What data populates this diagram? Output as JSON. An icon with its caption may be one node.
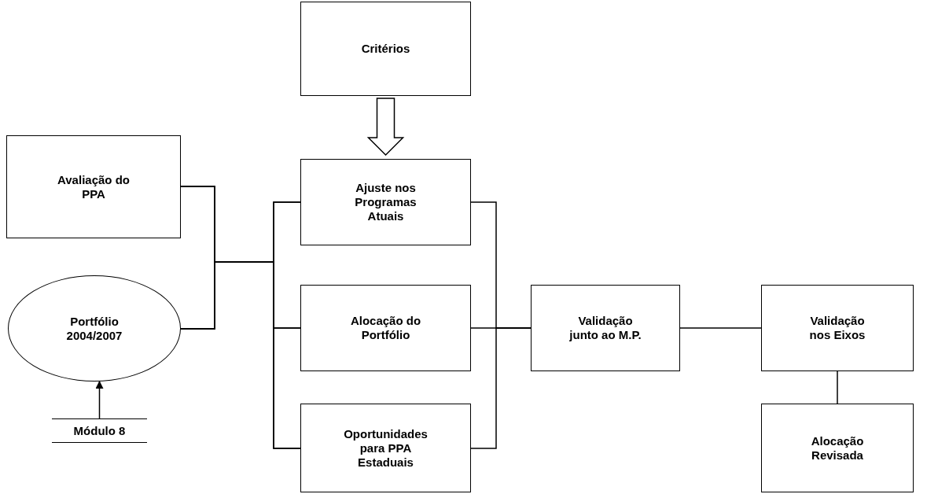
{
  "diagram": {
    "nodes": [
      {
        "text": [
          "Critérios"
        ]
      },
      {
        "text": [
          "Avaliação do PPA"
        ]
      },
      {
        "text": [
          "Portfólio 2004/2007"
        ]
      },
      {
        "text": [
          "Ajuste nos Programas Atuais"
        ]
      },
      {
        "text": [
          "Alocação do Portfólio"
        ]
      },
      {
        "text": [
          "Oportunidades para PPA Estaduais"
        ]
      },
      {
        "text": [
          "Validação junto ao M.P."
        ]
      },
      {
        "text": [
          "Validação nos Eixos"
        ]
      },
      {
        "text": [
          "Alocação Revisada"
        ]
      },
      {
        "text": [
          "Módulo 8"
        ]
      }
    ],
    "edges": [
      {
        "from": 1,
        "to": 3,
        "arrow": "none"
      },
      {
        "from": 1,
        "to": 4,
        "arrow": "none"
      },
      {
        "from": 1,
        "to": 5,
        "arrow": "none"
      },
      {
        "from": 2,
        "to": 3,
        "arrow": "none"
      },
      {
        "from": 2,
        "to": 4,
        "arrow": "none"
      },
      {
        "from": 2,
        "to": 5,
        "arrow": "none"
      },
      {
        "from": 3,
        "to": 6,
        "arrow": "none"
      },
      {
        "from": 4,
        "to": 6,
        "arrow": "none"
      },
      {
        "from": 5,
        "to": 6,
        "arrow": "none"
      },
      {
        "from": 6,
        "to": 7,
        "arrow": "none"
      },
      {
        "from": 7,
        "to": 8,
        "arrow": "none"
      },
      {
        "from": 0,
        "to": 3,
        "arrow": "to",
        "style": "thick"
      },
      {
        "from": 9,
        "to": 2,
        "arrow": "to"
      }
    ]
  }
}
